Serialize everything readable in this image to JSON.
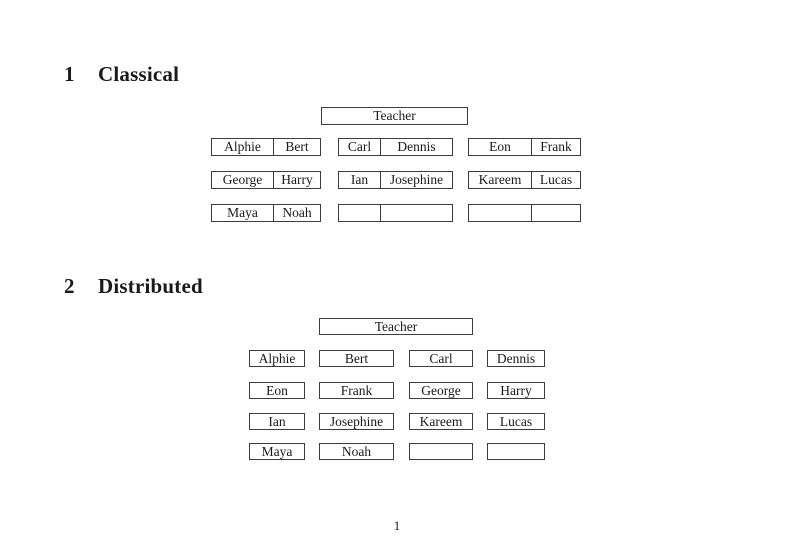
{
  "page": {
    "background": "#ffffff",
    "text_color": "#1a1a1a",
    "border_color": "#3d3d3d",
    "page_number": "1"
  },
  "sections": [
    {
      "number": "1",
      "title": "Classical",
      "teacher_label": "Teacher",
      "desk_type": "double",
      "rows": [
        [
          [
            "Alphie",
            "Bert"
          ],
          [
            "Carl",
            "Dennis"
          ],
          [
            "Eon",
            "Frank"
          ]
        ],
        [
          [
            "George",
            "Harry"
          ],
          [
            "Ian",
            "Josephine"
          ],
          [
            "Kareem",
            "Lucas"
          ]
        ],
        [
          [
            "Maya",
            "Noah"
          ],
          [
            "",
            ""
          ],
          [
            "",
            ""
          ]
        ]
      ]
    },
    {
      "number": "2",
      "title": "Distributed",
      "teacher_label": "Teacher",
      "desk_type": "single",
      "rows": [
        [
          "Alphie",
          "Bert",
          "Carl",
          "Dennis"
        ],
        [
          "Eon",
          "Frank",
          "George",
          "Harry"
        ],
        [
          "Ian",
          "Josephine",
          "Kareem",
          "Lucas"
        ],
        [
          "Maya",
          "Noah",
          "",
          ""
        ]
      ]
    }
  ]
}
